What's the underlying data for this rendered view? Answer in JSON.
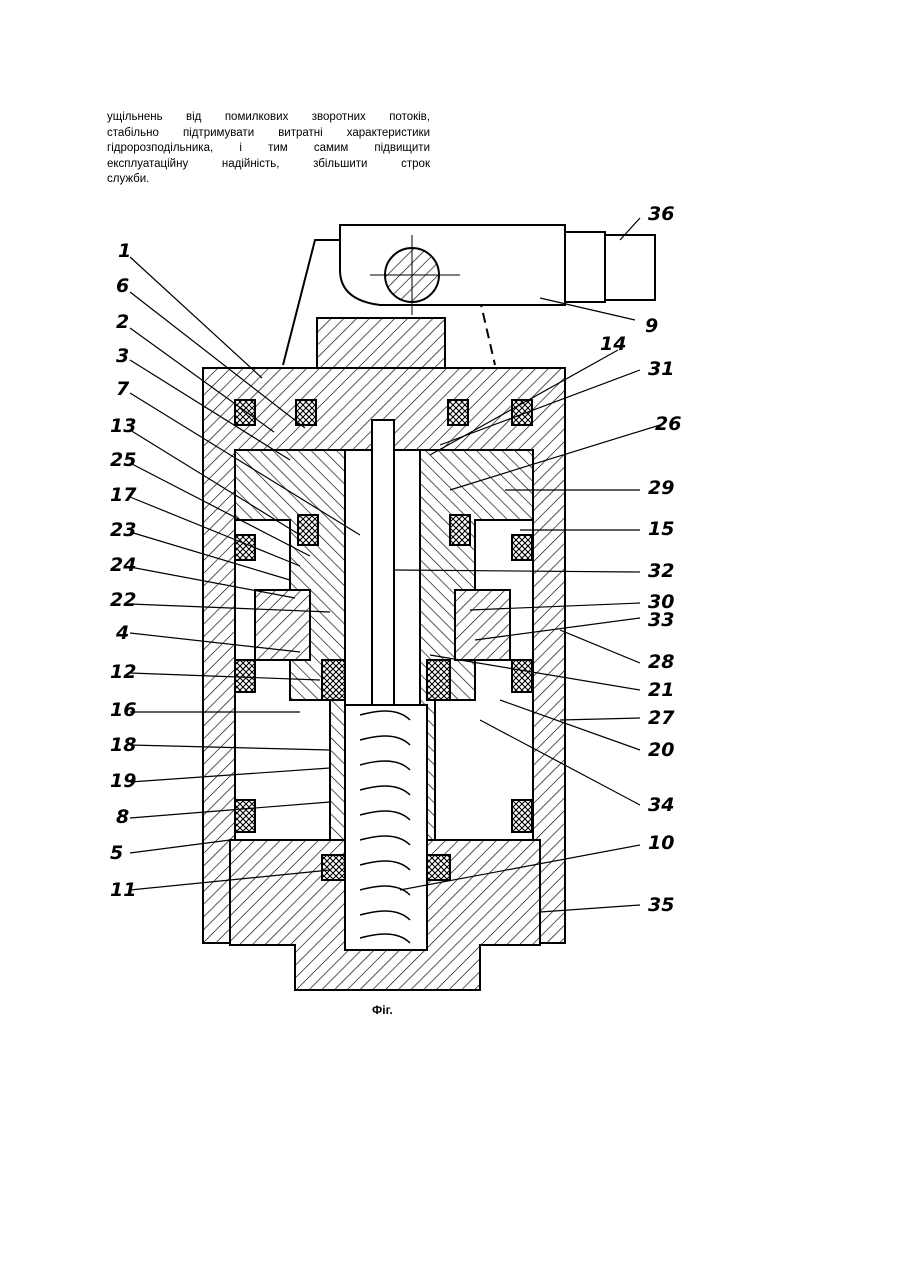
{
  "paragraph": {
    "lines": [
      "ущільнень від помилкових зворотних потоків,",
      "стабільно підтримувати витратні характеристики",
      "гідророзподільника, і тим самим підвищити",
      "експлуатаційну надійність, збільшити строк",
      "служби."
    ]
  },
  "figure": {
    "caption": "Фіг.",
    "labels_left": [
      "1",
      "6",
      "2",
      "3",
      "7",
      "13",
      "25",
      "17",
      "23",
      "24",
      "22",
      "4",
      "12",
      "16",
      "18",
      "19",
      "8",
      "5",
      "11"
    ],
    "labels_right": [
      "36",
      "9",
      "14",
      "31",
      "26",
      "29",
      "15",
      "32",
      "30",
      "33",
      "28",
      "21",
      "27",
      "20",
      "34",
      "10",
      "35"
    ]
  }
}
